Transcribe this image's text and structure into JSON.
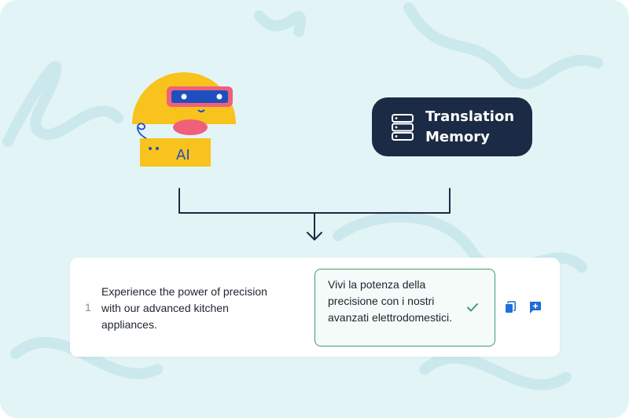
{
  "robot": {
    "badge_text": "AI",
    "icon": "robot-ai-icon"
  },
  "translation_memory": {
    "label_line1": "Translation",
    "label_line2": "Memory",
    "icon": "database-server-icon"
  },
  "segment": {
    "number": "1",
    "source_text": "Experience the power of precision with our advanced kitchen appliances.",
    "target_text": "Vivi la potenza della precisione con i nostri avanzati elettrodomestici.",
    "status_icon": "check-icon",
    "actions": [
      "copy-icon",
      "add-comment-icon"
    ]
  },
  "colors": {
    "background": "#e3f4f6",
    "tm_card": "#1c2b45",
    "confirmed_border": "#3f9a6e",
    "action_icon": "#1f6fd6",
    "robot_head": "#f7c31c",
    "robot_goggles": "#f0607a"
  }
}
